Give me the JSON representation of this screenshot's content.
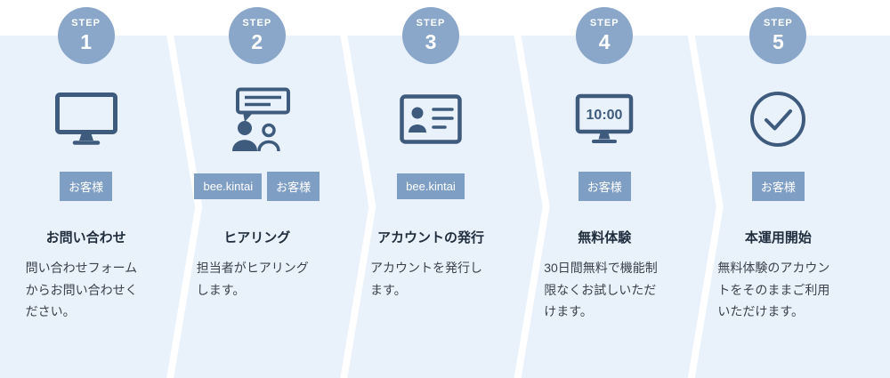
{
  "flow": {
    "colors": {
      "panel_bg": "#e9f1fb",
      "circle_bg": "#8aa7c9",
      "badge_bg": "#7f9ec3",
      "icon_color": "#3e5b7e",
      "title_color": "#1f2d3d",
      "text_color": "#3b424c"
    },
    "steps": [
      {
        "step_label": "STEP",
        "step_number": "1",
        "icon": "monitor-icon",
        "badges": [
          "お客様"
        ],
        "title": "お問い合わせ",
        "description": "問い合わせフォームからお問い合わせください。"
      },
      {
        "step_label": "STEP",
        "step_number": "2",
        "icon": "hearing-icon",
        "badges": [
          "bee.kintai",
          "お客様"
        ],
        "title": "ヒアリング",
        "description": "担当者がヒアリングします。"
      },
      {
        "step_label": "STEP",
        "step_number": "3",
        "icon": "id-card-icon",
        "badges": [
          "bee.kintai"
        ],
        "title": "アカウントの発行",
        "description": "アカウントを発行します。"
      },
      {
        "step_label": "STEP",
        "step_number": "4",
        "icon": "trial-monitor-icon",
        "icon_text": "10:00",
        "badges": [
          "お客様"
        ],
        "title": "無料体験",
        "description": "30日間無料で機能制限なくお試しいただけます。"
      },
      {
        "step_label": "STEP",
        "step_number": "5",
        "icon": "check-circle-icon",
        "badges": [
          "お客様"
        ],
        "title": "本運用開始",
        "description": "無料体験のアカウントをそのままご利用いただけます。"
      }
    ]
  }
}
